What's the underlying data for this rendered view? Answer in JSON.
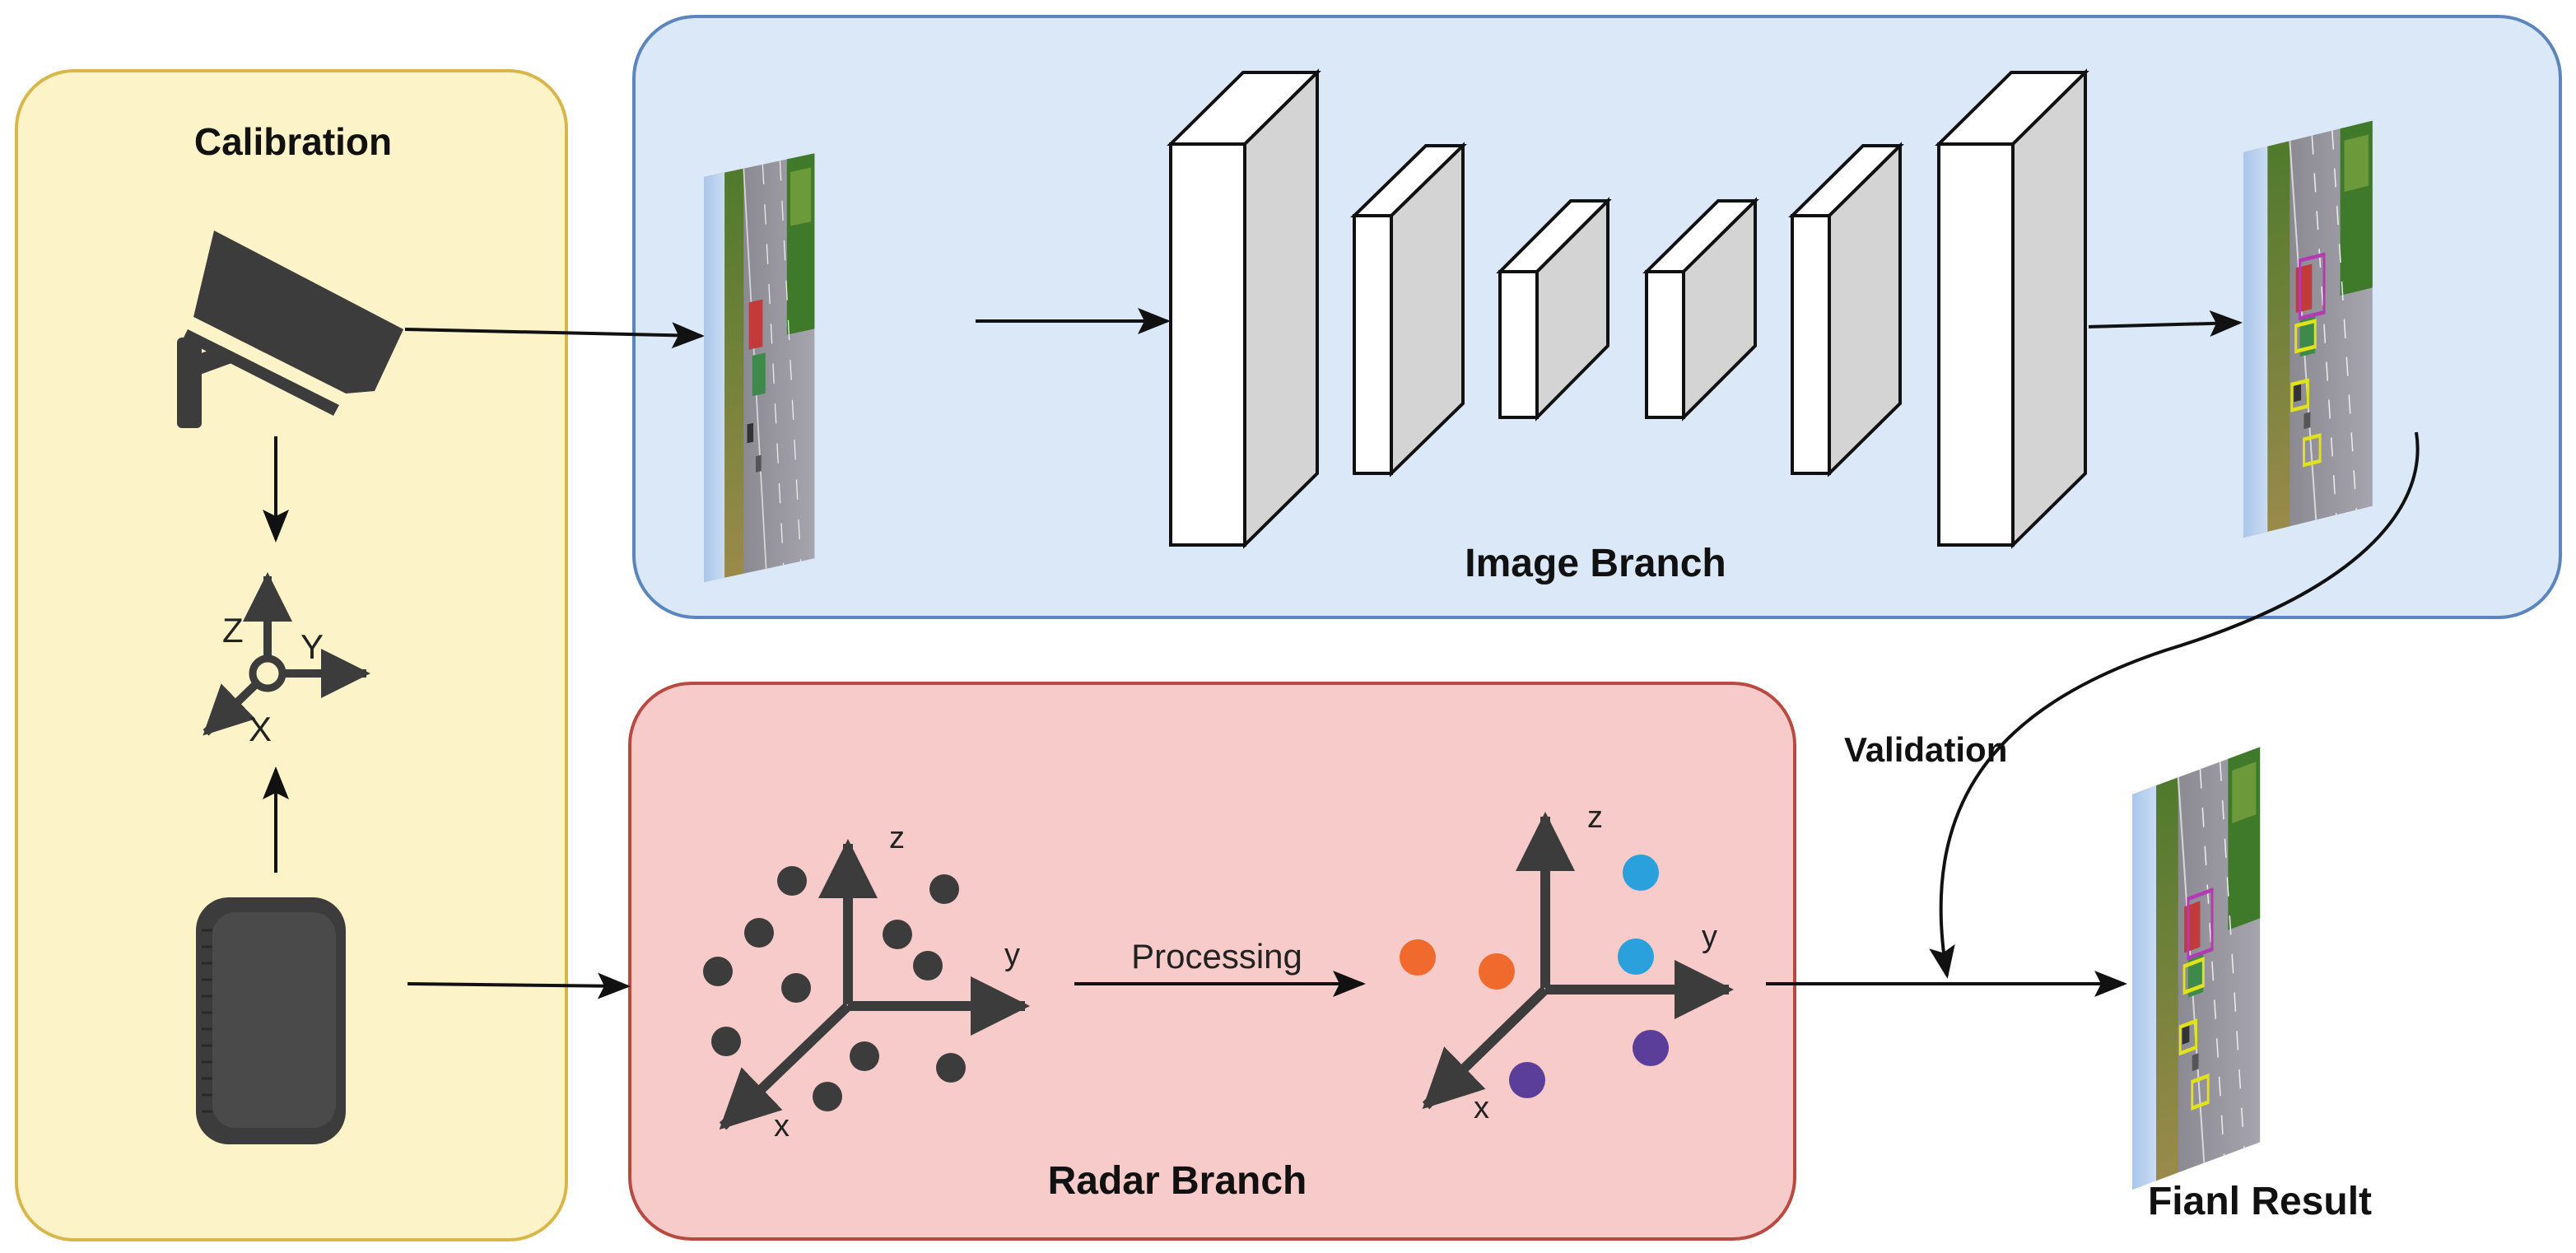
{
  "panels": {
    "calibration": {
      "title": "Calibration",
      "fill": "#fdf3c9",
      "stroke": "#d8b74a"
    },
    "image_branch": {
      "title": "Image Branch",
      "fill": "#dbe8f7",
      "stroke": "#5b86bd"
    },
    "radar_branch": {
      "title": "Radar Branch",
      "fill": "#f6cbc9",
      "stroke": "#b84a42"
    }
  },
  "calibration": {
    "camera_icon": "security-camera-icon",
    "radar_icon": "radar-sensor-icon",
    "axis_labels": {
      "z": "Z",
      "y": "Y",
      "x": "X"
    }
  },
  "radar": {
    "raw_axes": {
      "z": "z",
      "y": "y",
      "x": "x"
    },
    "processing_label": "Processing",
    "clustered_axes": {
      "z": "z",
      "y": "y",
      "x": "x"
    },
    "cluster_colors": {
      "orange": "#ef6a2c",
      "blue": "#2aa0dc",
      "purple": "#5b3e9a"
    }
  },
  "validation_label": "Validation",
  "final_result_label": "Fianl Result",
  "colors": {
    "arrow": "#111111",
    "icon": "#3c3c3c"
  }
}
